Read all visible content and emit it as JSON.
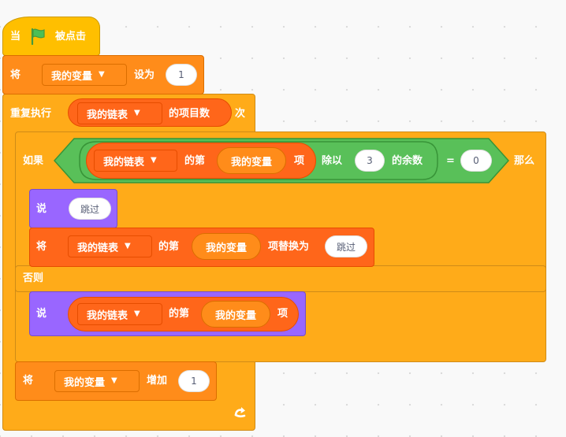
{
  "blocks": {
    "hat": {
      "when_label": "当",
      "flag_icon": "green-flag-icon",
      "clicked_label": "被点击"
    },
    "set_var": {
      "label": "将",
      "variable": "我的变量",
      "to_label": "设为",
      "value": "1"
    },
    "repeat": {
      "label": "重复执行",
      "list": "我的链表",
      "reporter_label": "的项目数",
      "times_label": "次"
    },
    "if_else": {
      "if_label": "如果",
      "then_label": "那么",
      "else_label": "否则",
      "condition": {
        "list": "我的链表",
        "item_of_label": "的第",
        "index_var": "我的变量",
        "item_label": "项",
        "mod_label": "除以",
        "divisor": "3",
        "remainder_label": "的余数",
        "equals_label": "=",
        "compare_value": "0"
      }
    },
    "say_skip": {
      "label": "说",
      "message": "跳过"
    },
    "replace_item": {
      "label": "将",
      "list": "我的链表",
      "item_of_label": "的第",
      "index_var": "我的变量",
      "replace_label": "项替换为",
      "value": "跳过"
    },
    "say_item": {
      "label": "说",
      "list": "我的链表",
      "item_of_label": "的第",
      "index_var": "我的变量",
      "item_label": "项"
    },
    "change_var": {
      "label": "将",
      "variable": "我的变量",
      "by_label": "增加",
      "value": "1"
    },
    "loop_arrow_icon": "loop-arrow-icon"
  },
  "colors": {
    "events": "#ffbf00",
    "control": "#ffab19",
    "variables": "#ff8c1a",
    "lists": "#ff661a",
    "looks": "#9966ff",
    "operators": "#59c059"
  }
}
